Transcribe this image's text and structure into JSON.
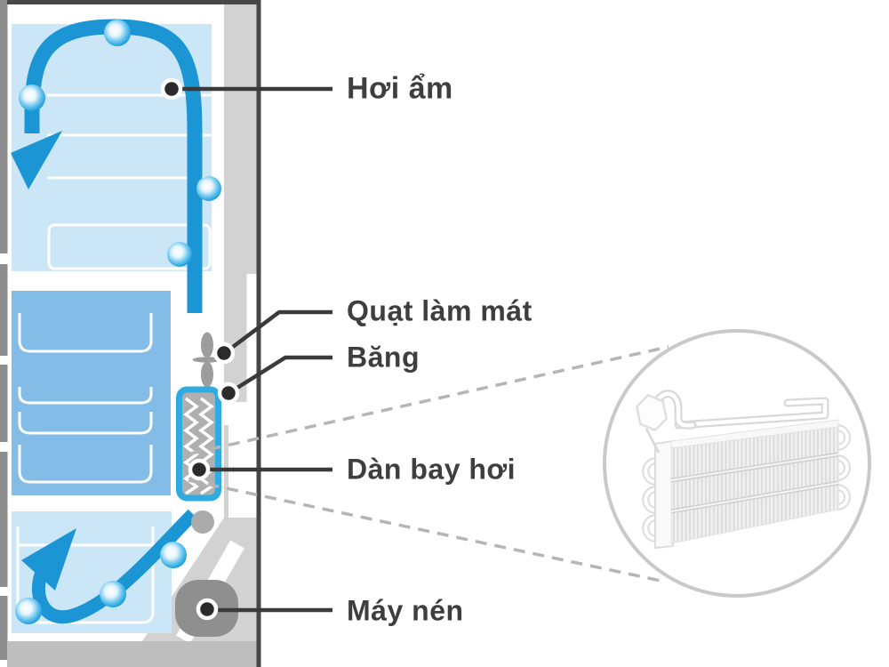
{
  "callouts": [
    {
      "id": "moisture",
      "label": "Hơi ẩm"
    },
    {
      "id": "cooling-fan",
      "label": "Quạt làm mát"
    },
    {
      "id": "ice",
      "label": "Băng"
    },
    {
      "id": "evaporator",
      "label": "Dàn bay hơi"
    },
    {
      "id": "compressor",
      "label": "Máy nén"
    }
  ],
  "colors": {
    "compartment_light_blue": "#CBE6F7",
    "freezer_medium_blue": "#83BCE6",
    "airflow_arrow_blue": "#1B95D4",
    "evaporator_border_blue": "#2FABE1",
    "evaporator_fill_gray": "#AFAFAF",
    "cabinet_wall_gray": "#D2D2D2",
    "door_strip_gray": "#8E8E8E",
    "outline_dark": "#474747",
    "base_bar_gray": "#BEBEBE",
    "compressor_gray": "#8F8F8F",
    "fan_gray": "#9C9C9C",
    "callout_line": "#3A3A3A",
    "dashed_line_gray": "#B5B5B5",
    "magnifier_stroke": "#C9C9C9",
    "label_text": "#3E3E3E"
  }
}
